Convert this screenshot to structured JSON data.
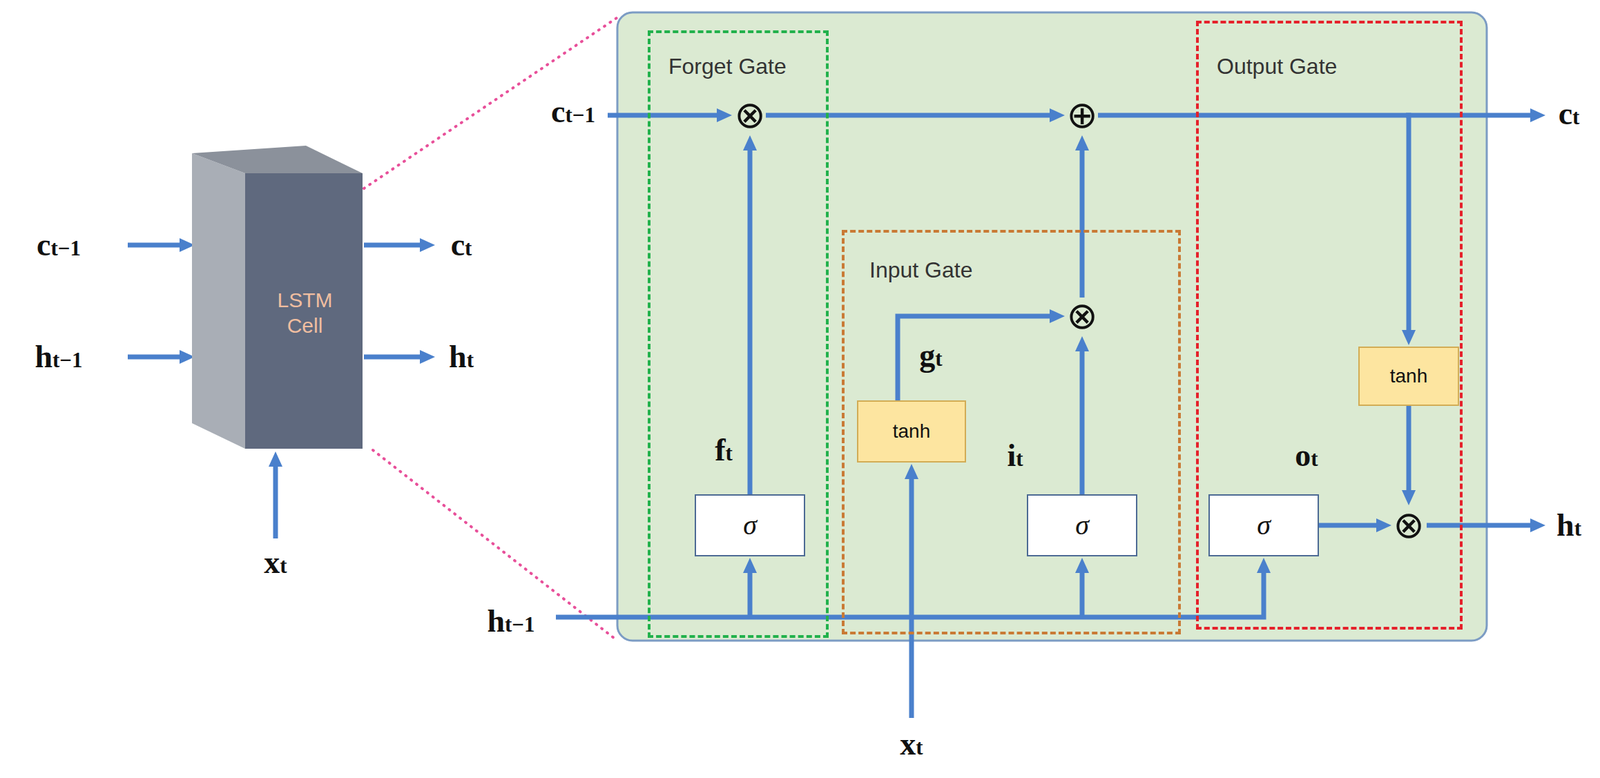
{
  "diagram": {
    "nodes": [
      {
        "text": [
          "LSTM Cell"
        ]
      },
      {
        "text": [
          "Forget Gate"
        ]
      },
      {
        "text": [
          "⊗"
        ],
        "in": 1
      },
      {
        "text": [
          "σ"
        ],
        "in": 1
      },
      {
        "text": [
          "⊕"
        ]
      },
      {
        "text": [
          "Input Gate"
        ]
      },
      {
        "text": [
          "tanh"
        ],
        "in": 5
      },
      {
        "text": [
          "⊗"
        ],
        "in": 5
      },
      {
        "text": [
          "σ"
        ],
        "in": 5
      },
      {
        "text": [
          "Output Gate"
        ]
      },
      {
        "text": [
          "tanh"
        ],
        "in": 9
      },
      {
        "text": [
          "σ"
        ],
        "in": 9
      },
      {
        "text": [
          "⊗"
        ],
        "in": 9
      }
    ],
    "edges": [
      {
        "from": 3,
        "to": 2,
        "arrow": "to"
      },
      {
        "from": 2,
        "to": 4,
        "arrow": "to"
      },
      {
        "from": 6,
        "to": 7,
        "arrow": "to"
      },
      {
        "from": 8,
        "to": 7,
        "arrow": "to"
      },
      {
        "from": 7,
        "to": 4,
        "arrow": "to"
      },
      {
        "from": 4,
        "to": 10,
        "arrow": "to"
      },
      {
        "from": 10,
        "to": 12,
        "arrow": "to"
      },
      {
        "from": 11,
        "to": 12,
        "arrow": "to"
      }
    ],
    "labels": [
      "ct−1",
      "ht−1",
      "xt",
      "ct",
      "ht",
      "ct−1",
      "ht−1",
      "xt",
      "ct",
      "ht",
      "ft",
      "gt",
      "it",
      "ot"
    ]
  }
}
